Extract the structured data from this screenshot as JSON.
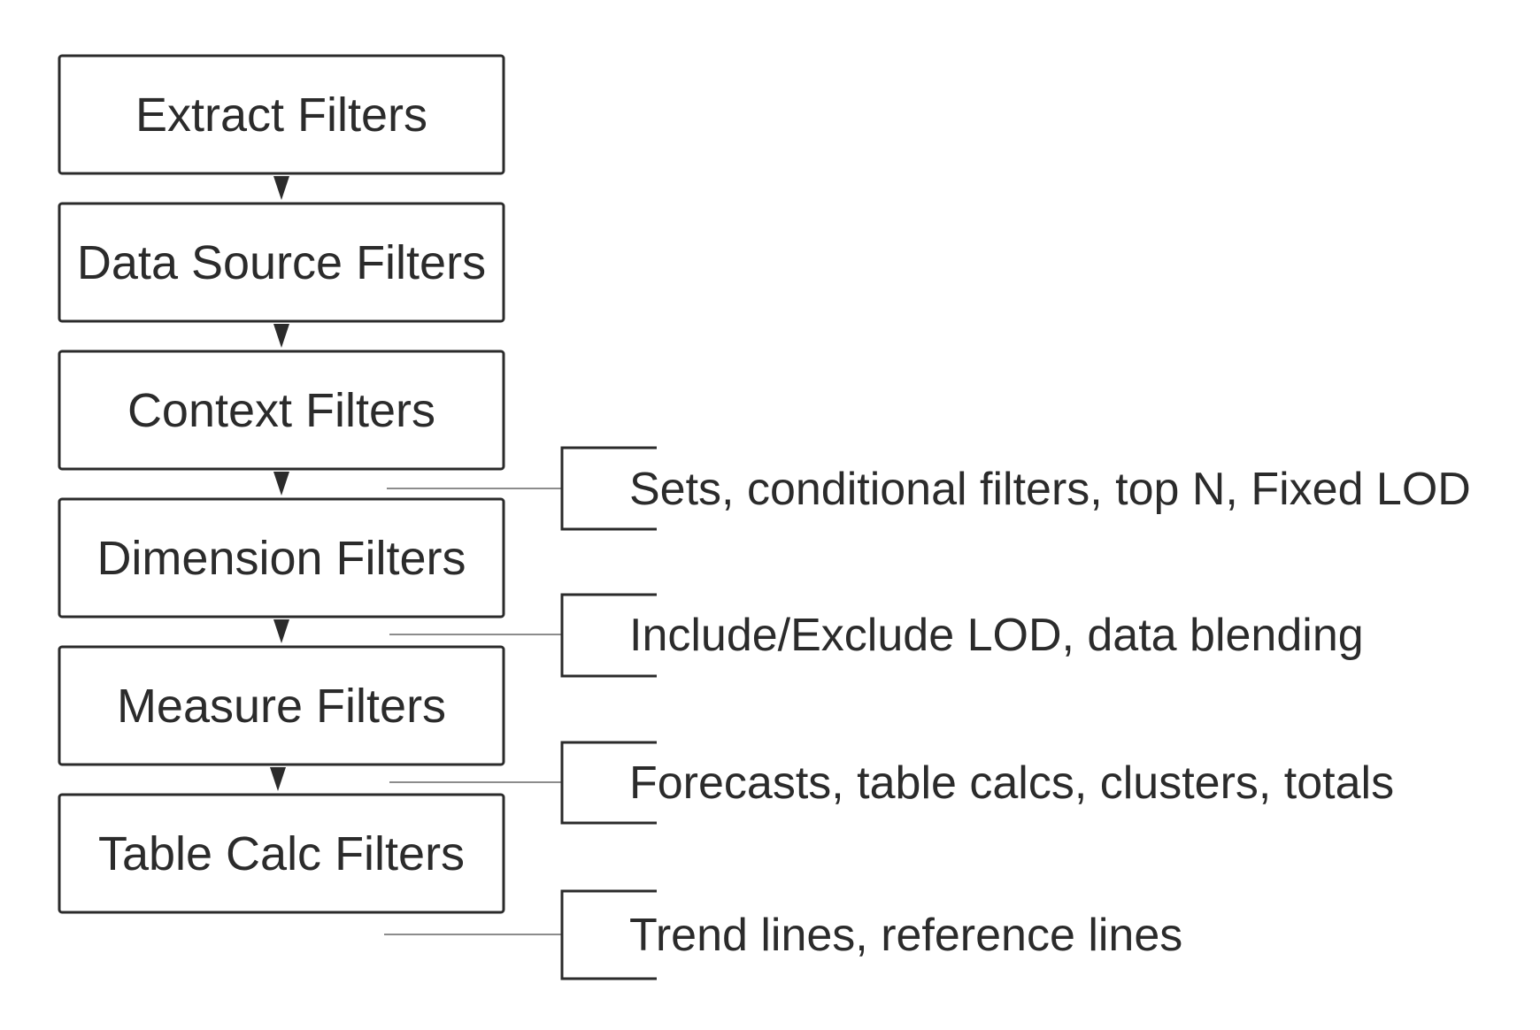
{
  "filters": [
    {
      "id": "extract-filters",
      "label": "Extract Filters"
    },
    {
      "id": "data-source-filters",
      "label": "Data Source Filters"
    },
    {
      "id": "context-filters",
      "label": "Context Filters"
    },
    {
      "id": "dimension-filters",
      "label": "Dimension Filters"
    },
    {
      "id": "measure-filters",
      "label": "Measure Filters"
    },
    {
      "id": "table-calc-filters",
      "label": "Table Calc Filters"
    }
  ],
  "annotations": [
    {
      "id": "sets-note",
      "text": "Sets, conditional filters, top N, Fixed LOD"
    },
    {
      "id": "lod-note",
      "text": "Include/Exclude LOD, data blending"
    },
    {
      "id": "forecasts-note",
      "text": "Forecasts, table calcs, clusters, totals"
    },
    {
      "id": "trend-note",
      "text": "Trend lines, reference lines"
    }
  ],
  "colors": {
    "stroke": "#2b2b2b",
    "connector": "#8c8c8c",
    "text": "#2b2b2b",
    "background": "#ffffff"
  }
}
